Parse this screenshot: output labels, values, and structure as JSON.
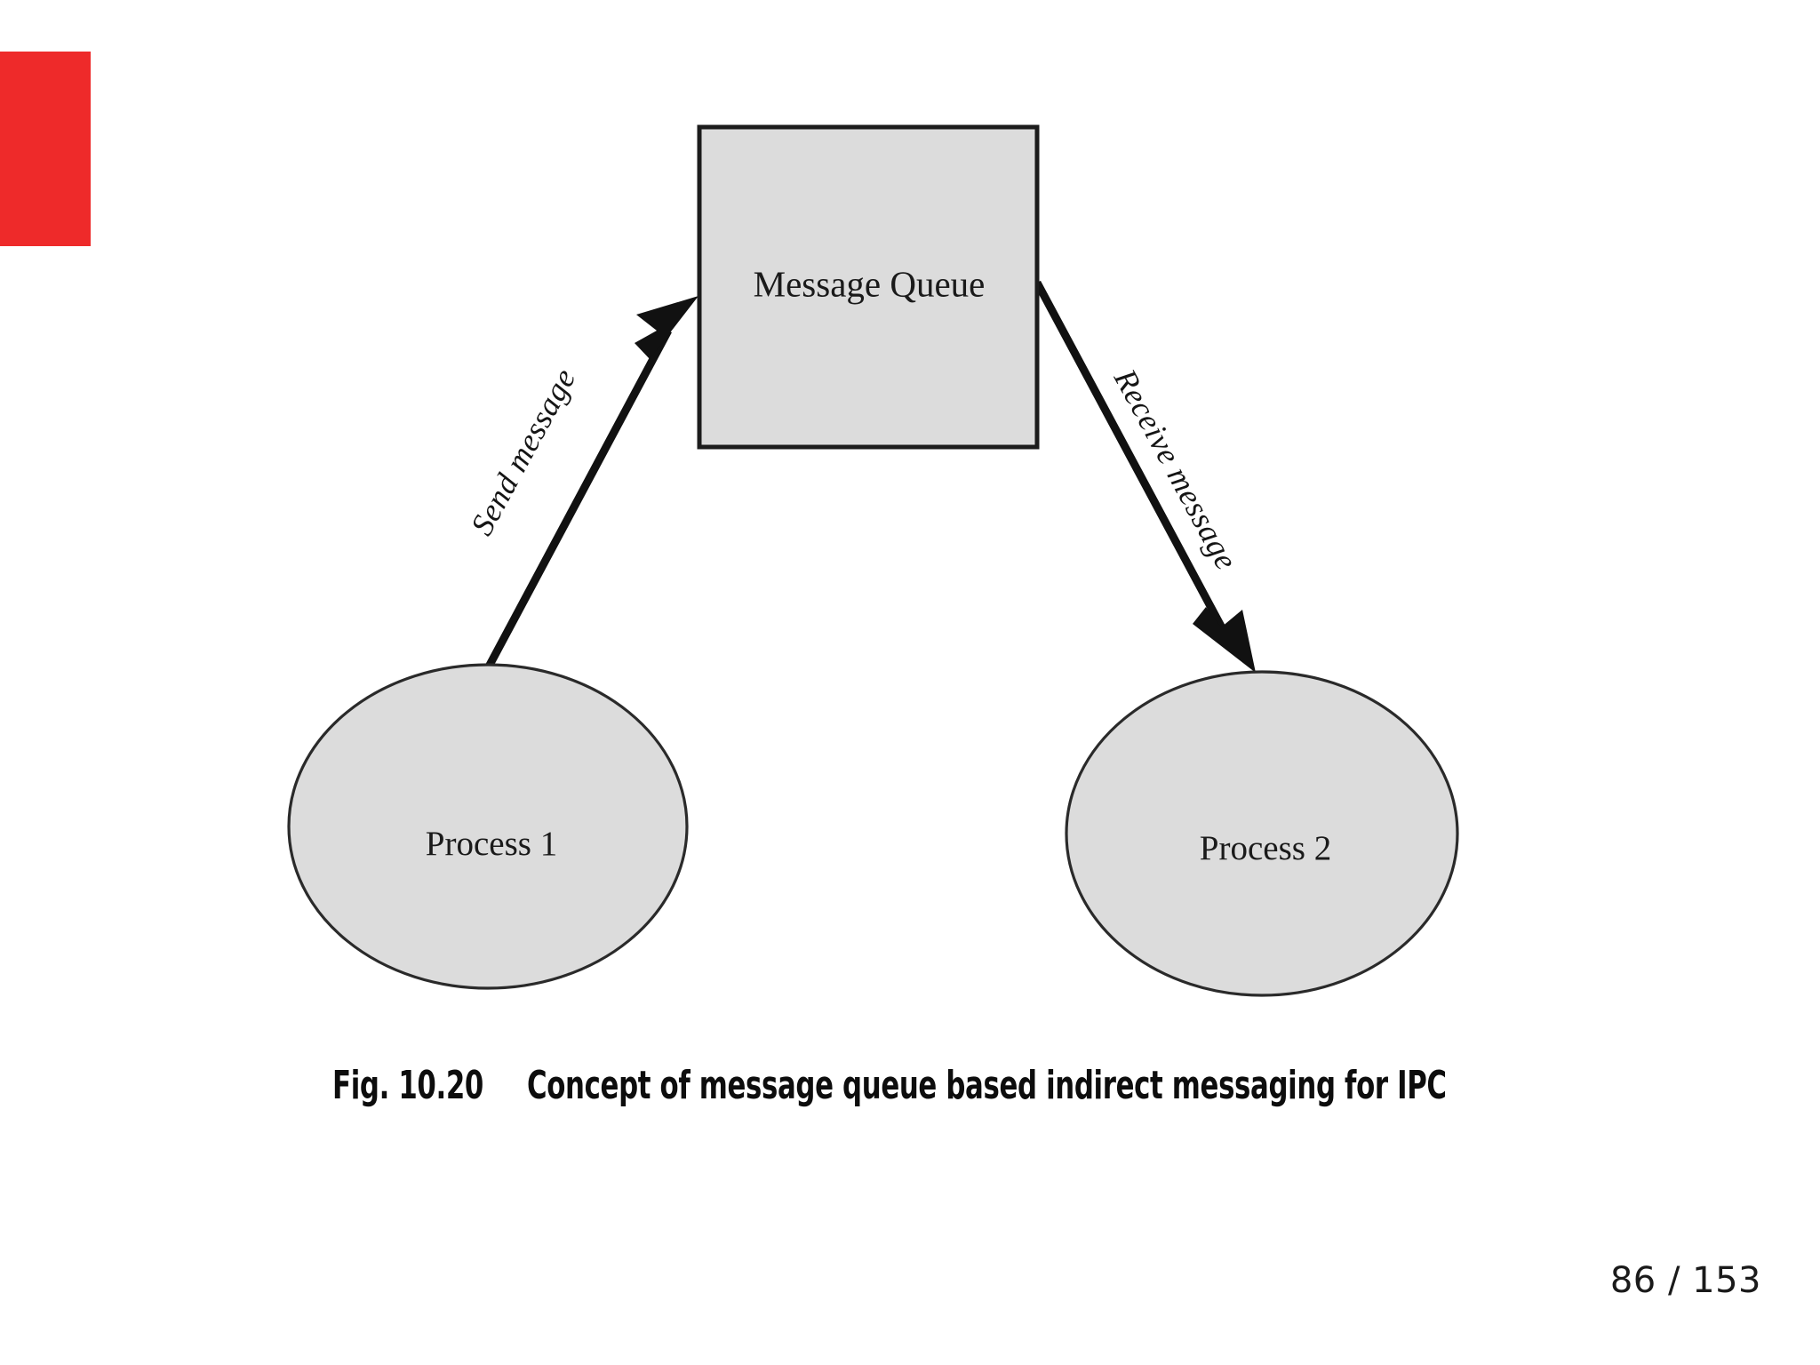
{
  "slide": {
    "accent_color": "#ee2a2a",
    "background_color": "#ffffff",
    "shape_fill_color": "#dcdcdc",
    "stroke_color": "#1c1c1c"
  },
  "diagram": {
    "queue_box": {
      "label": "Message Queue"
    },
    "process_left": {
      "label": "Process 1"
    },
    "process_right": {
      "label": "Process 2"
    },
    "edges": [
      {
        "label": "Send message",
        "from": "Process 1",
        "to": "Message Queue"
      },
      {
        "label": "Receive message",
        "from": "Message Queue",
        "to": "Process 2"
      }
    ]
  },
  "caption": {
    "number": "Fig. 10.20",
    "text": "Concept of message queue based indirect messaging for IPC"
  },
  "footer": {
    "page_indicator": "86 / 153"
  }
}
